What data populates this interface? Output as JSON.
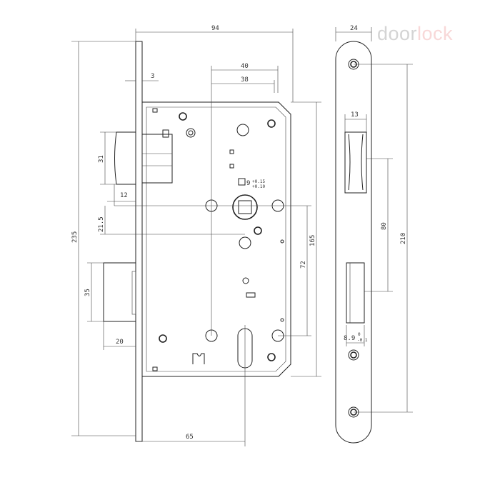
{
  "logo": {
    "part1": "door",
    "part2": "lock",
    "color1": "#d4d4d4",
    "color2": "#f8d8d8"
  },
  "dimensions": {
    "width_total": "94",
    "faceplate_thickness": "3",
    "backset_outer": "40",
    "backset_inner": "38",
    "height_total": "235",
    "latch_height": "31",
    "latch_throw": "12",
    "latch_to_spindle": "21.5",
    "bolt_height": "35",
    "bolt_throw": "20",
    "backset": "65",
    "case_height": "165",
    "center_distance": "72",
    "spindle": "9",
    "spindle_tol_upper": "+0.15",
    "spindle_tol_lower": "+0.10",
    "strike_width": "24",
    "strike_latch_width": "13",
    "strike_slot_distance": "80",
    "strike_hole_distance": "210",
    "strike_bolt_width": "8.9",
    "strike_bolt_tol_upper": "0",
    "strike_bolt_tol_lower": "-0.1"
  }
}
